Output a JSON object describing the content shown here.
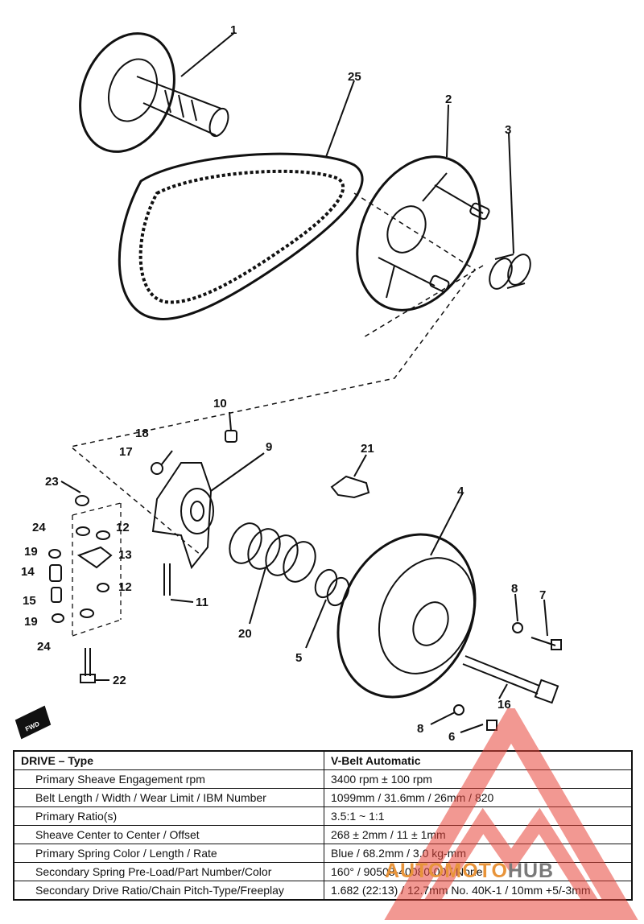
{
  "callouts": [
    "1",
    "2",
    "3",
    "4",
    "5",
    "6",
    "7",
    "8",
    "8",
    "9",
    "10",
    "11",
    "12",
    "12",
    "13",
    "14",
    "15",
    "16",
    "17",
    "18",
    "19",
    "19",
    "20",
    "21",
    "22",
    "23",
    "24",
    "24",
    "25"
  ],
  "fwd_label": "FWD",
  "specs_table": {
    "rows": [
      {
        "label": "DRIVE – Type",
        "value": "V-Belt Automatic"
      },
      {
        "label": "Primary Sheave Engagement rpm",
        "value": "3400 rpm ± 100 rpm"
      },
      {
        "label": "Belt Length / Width / Wear Limit / IBM Number",
        "value": "1099mm / 31.6mm / 26mm / 820"
      },
      {
        "label": "Primary Ratio(s)",
        "value": "3.5:1 ~ 1:1"
      },
      {
        "label": "Sheave Center to Center / Offset",
        "value": "268 ± 2mm / 11 ± 1mm"
      },
      {
        "label": "Primary Spring Color / Length / Rate",
        "value": "Blue / 68.2mm / 3.0 kg-mm"
      },
      {
        "label": "Secondary Spring Pre-Load/Part Number/Color",
        "value": "160° / 90508-40080-00 / None"
      },
      {
        "label": "Secondary Drive Ratio/Chain Pitch-Type/Freeplay",
        "value": "1.682 (22:13) / 12.7mm No. 40K-1 / 10mm +5/-3mm"
      }
    ]
  },
  "watermark": {
    "part1": "AUTOMOTO",
    "part2": "HUB",
    "color_primary": "#e8443a",
    "color_secondary": "#7a7a7a"
  }
}
